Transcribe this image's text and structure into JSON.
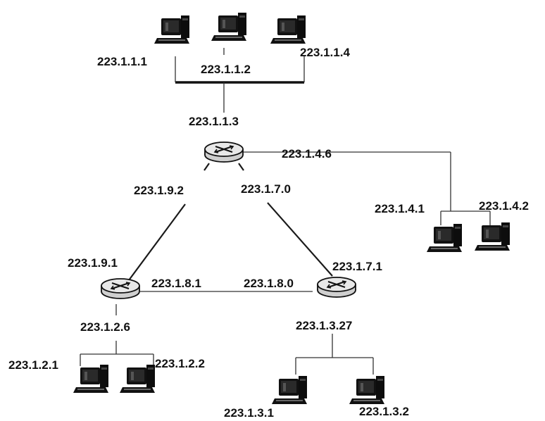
{
  "network": {
    "subnet1": {
      "host_a": "223.1.1.1",
      "host_b": "223.1.1.2",
      "host_c": "223.1.1.4",
      "router_if": "223.1.1.3"
    },
    "router_top": {
      "if_right": "223.1.4.6",
      "if_left_down": "223.1.9.2",
      "if_right_down": "223.1.7.0"
    },
    "subnet4": {
      "host_a": "223.1.4.1",
      "host_b": "223.1.4.2"
    },
    "router_left": {
      "if_up": "223.1.9.1",
      "if_right": "223.1.8.1",
      "if_down": "223.1.2.6"
    },
    "router_right": {
      "if_up": "223.1.7.1",
      "if_left": "223.1.8.0",
      "if_down": "223.1.3.27"
    },
    "subnet2": {
      "host_a": "223.1.2.1",
      "host_b": "223.1.2.2"
    },
    "subnet3": {
      "host_a": "223.1.3.1",
      "host_b": "223.1.3.2"
    }
  },
  "icons": {
    "host": "computer-icon",
    "router": "router-icon"
  }
}
